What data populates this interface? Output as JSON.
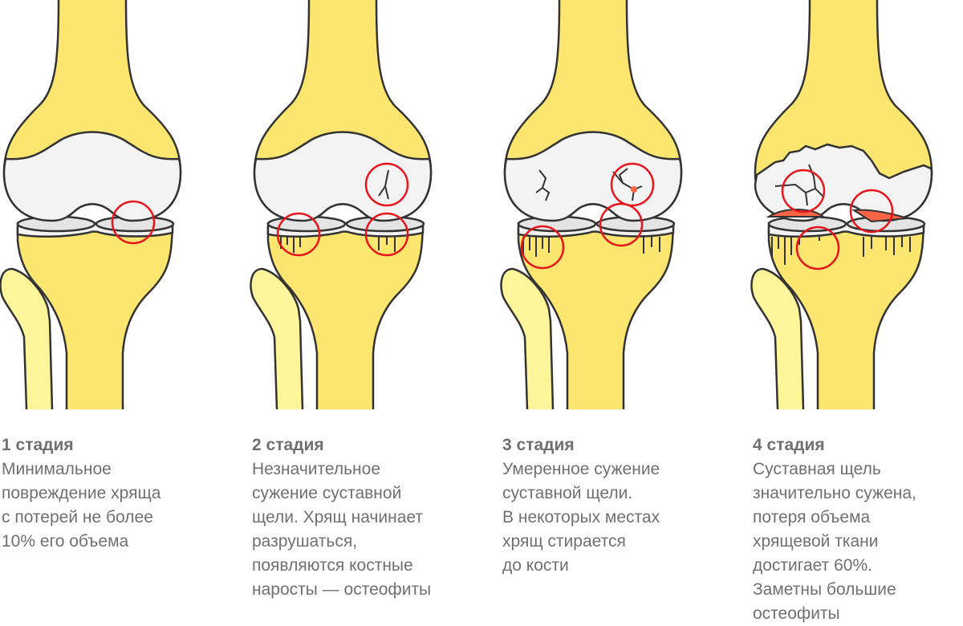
{
  "colors": {
    "bone": "#fde66f",
    "fibula": "#fff59b",
    "cartilage": "#f3f3f3",
    "meniscus": "#e4e4e4",
    "outline": "#333333",
    "marker": "#e8141b",
    "erosion": "#ff6447",
    "text": "#707070"
  },
  "stages": [
    {
      "title": "1 стадия",
      "lines": [
        "Минимальное",
        "повреждение хряща",
        "с потерей не более",
        "10% его объема"
      ]
    },
    {
      "title": "2 стадия",
      "lines": [
        "Незначительное",
        "сужение суставной",
        "щели. Хрящ начинает",
        "разрушаться,",
        "появляются костные",
        "наросты — остеофиты"
      ]
    },
    {
      "title": "3 стадия",
      "lines": [
        "Умеренное сужение",
        "суставной щели.",
        "В некоторых местах",
        "хрящ стирается",
        "до кости"
      ]
    },
    {
      "title": "4 стадия",
      "lines": [
        "Суставная щель",
        "значительно сужена,",
        "потеря объема",
        "хрящевой ткани",
        "достигает 60%.",
        "Заметны большие",
        "остеофиты"
      ]
    }
  ]
}
